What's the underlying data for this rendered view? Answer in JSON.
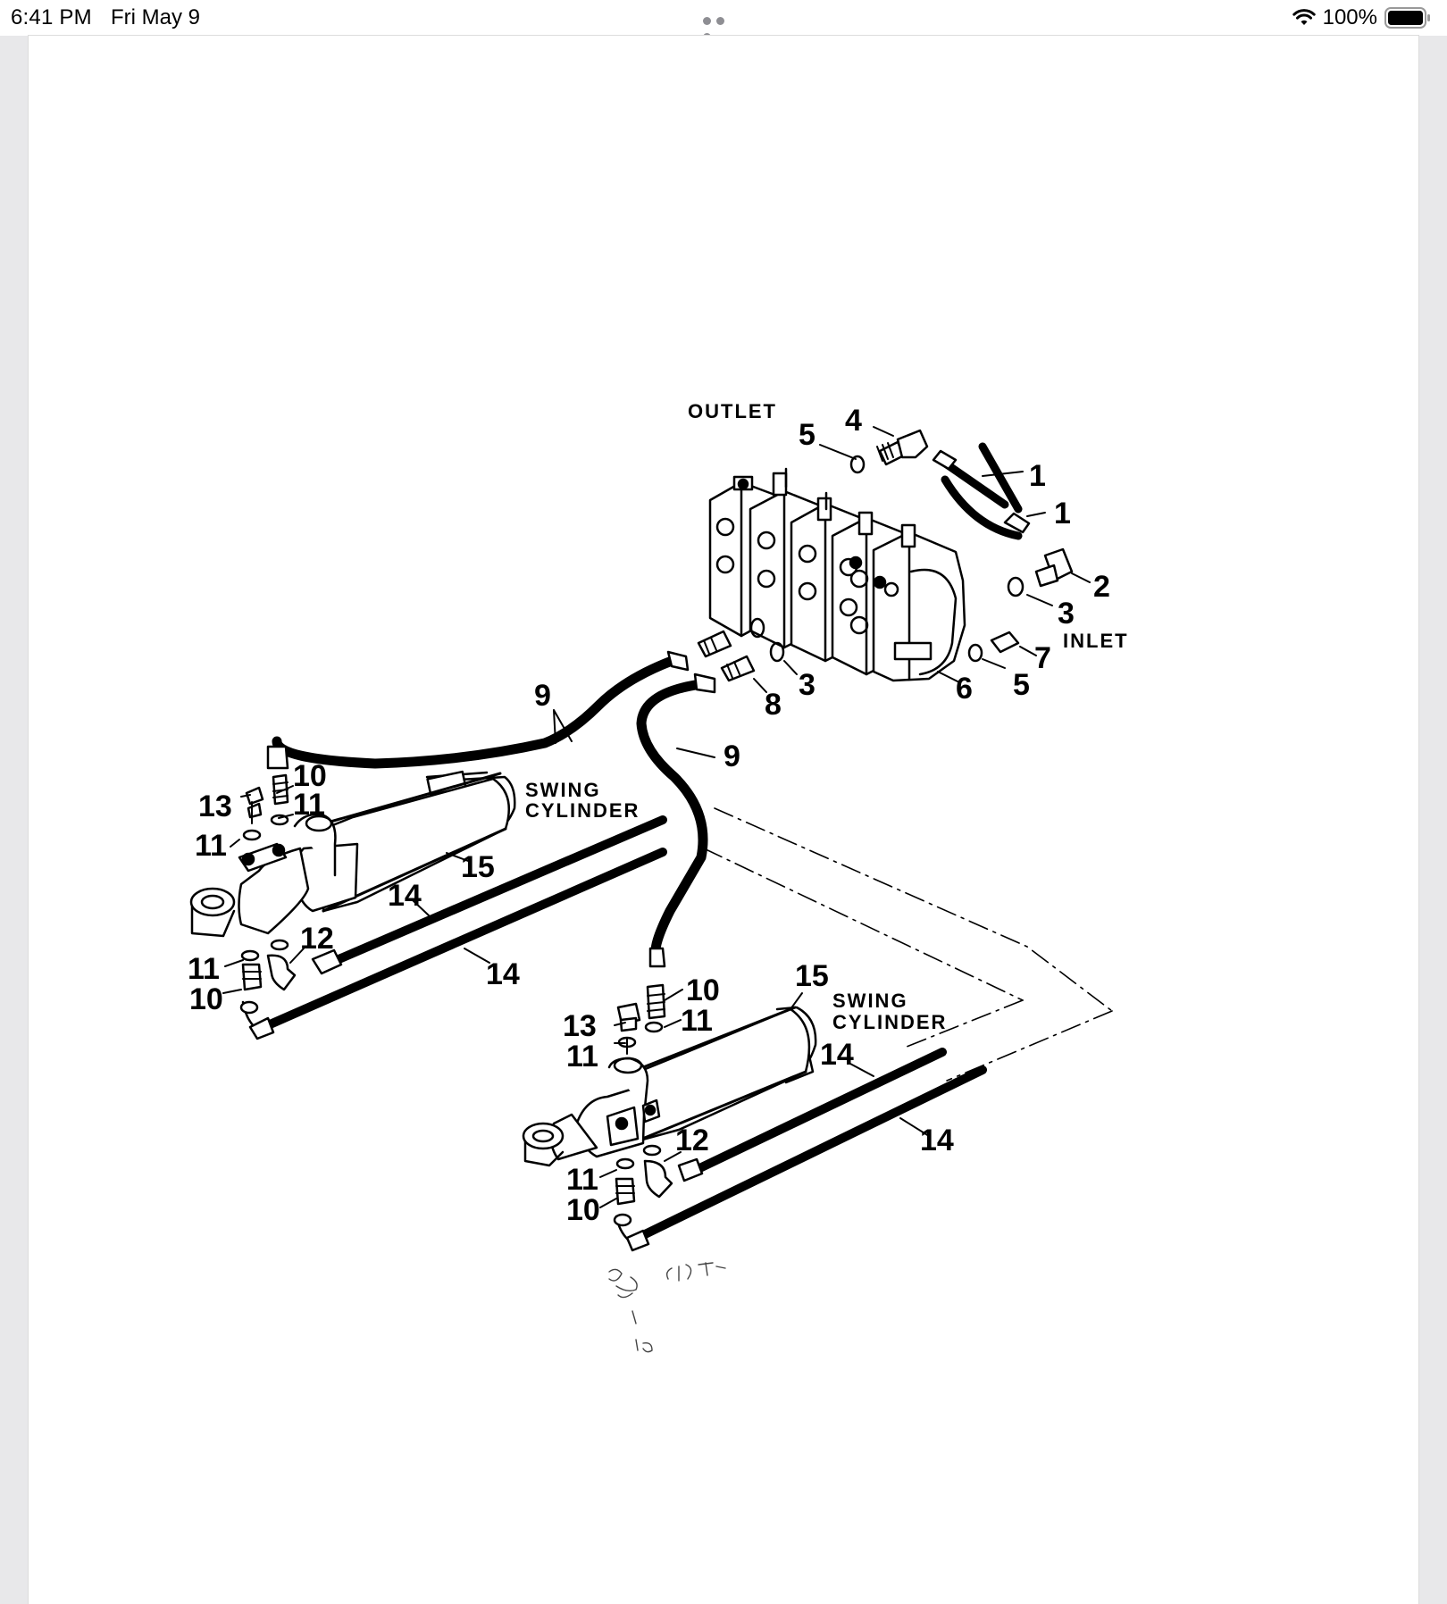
{
  "status_bar": {
    "time": "6:41 PM",
    "date": "Fri May 9",
    "battery": "100%",
    "icons": [
      "multitask-dots-icon",
      "wifi-icon",
      "battery-icon"
    ]
  },
  "diagram": {
    "labels": {
      "outlet": "OUTLET",
      "inlet": "INLET",
      "swing_1a": "SWING",
      "swing_1b": "CYLINDER",
      "swing_2a": "SWING",
      "swing_2b": "CYLINDER"
    },
    "callouts": {
      "c1a": "1",
      "c1b": "1",
      "c2": "2",
      "c3a": "3",
      "c3b": "3",
      "c4": "4",
      "c5a": "5",
      "c5b": "5",
      "c6": "6",
      "c7": "7",
      "c8": "8",
      "c9a": "9",
      "c9b": "9",
      "c10a": "10",
      "c10b": "10",
      "c10c": "10",
      "c10d": "10",
      "c11a": "11",
      "c11b": "11",
      "c11c": "11",
      "c11d": "11",
      "c11e": "11",
      "c11f": "11",
      "c12a": "12",
      "c12b": "12",
      "c13a": "13",
      "c13b": "13",
      "c14a": "14",
      "c14b": "14",
      "c14c": "14",
      "c14d": "14",
      "c15a": "15",
      "c15b": "15"
    }
  }
}
